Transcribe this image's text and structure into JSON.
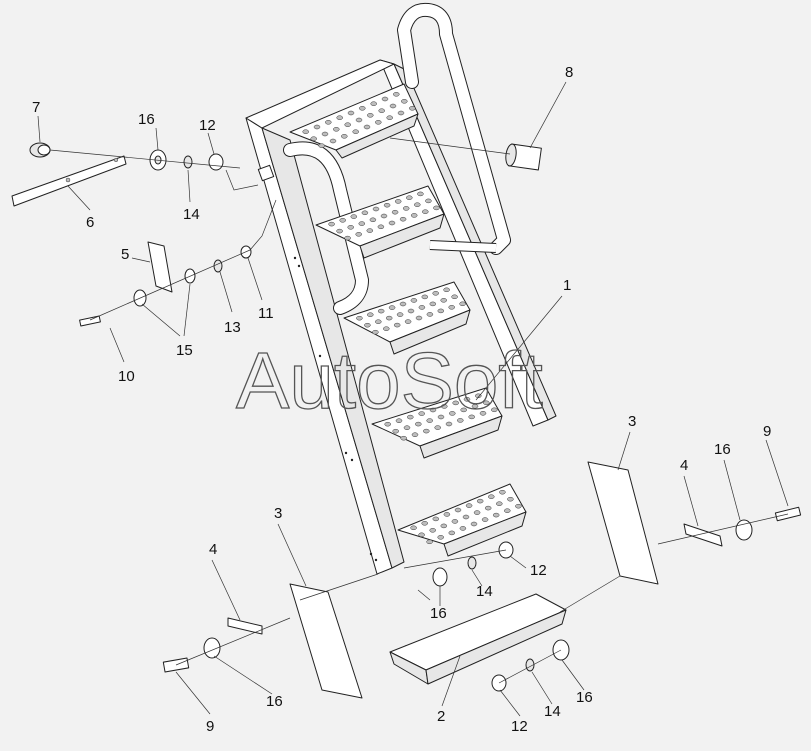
{
  "watermark": "AutoSoft",
  "callouts": [
    {
      "id": "c1",
      "text": "1"
    },
    {
      "id": "c2",
      "text": "2"
    },
    {
      "id": "c3a",
      "text": "3"
    },
    {
      "id": "c3b",
      "text": "3"
    },
    {
      "id": "c4a",
      "text": "4"
    },
    {
      "id": "c4b",
      "text": "4"
    },
    {
      "id": "c5",
      "text": "5"
    },
    {
      "id": "c6",
      "text": "6"
    },
    {
      "id": "c7",
      "text": "7"
    },
    {
      "id": "c8",
      "text": "8"
    },
    {
      "id": "c9a",
      "text": "9"
    },
    {
      "id": "c9b",
      "text": "9"
    },
    {
      "id": "c10",
      "text": "10"
    },
    {
      "id": "c11",
      "text": "11"
    },
    {
      "id": "c12a",
      "text": "12"
    },
    {
      "id": "c12b",
      "text": "12"
    },
    {
      "id": "c12c",
      "text": "12"
    },
    {
      "id": "c13",
      "text": "13"
    },
    {
      "id": "c14a",
      "text": "14"
    },
    {
      "id": "c14b",
      "text": "14"
    },
    {
      "id": "c14c",
      "text": "14"
    },
    {
      "id": "c15",
      "text": "15"
    },
    {
      "id": "c16a",
      "text": "16"
    },
    {
      "id": "c16b",
      "text": "16"
    },
    {
      "id": "c16c",
      "text": "16"
    },
    {
      "id": "c16d",
      "text": "16"
    },
    {
      "id": "c16e",
      "text": "16"
    }
  ]
}
